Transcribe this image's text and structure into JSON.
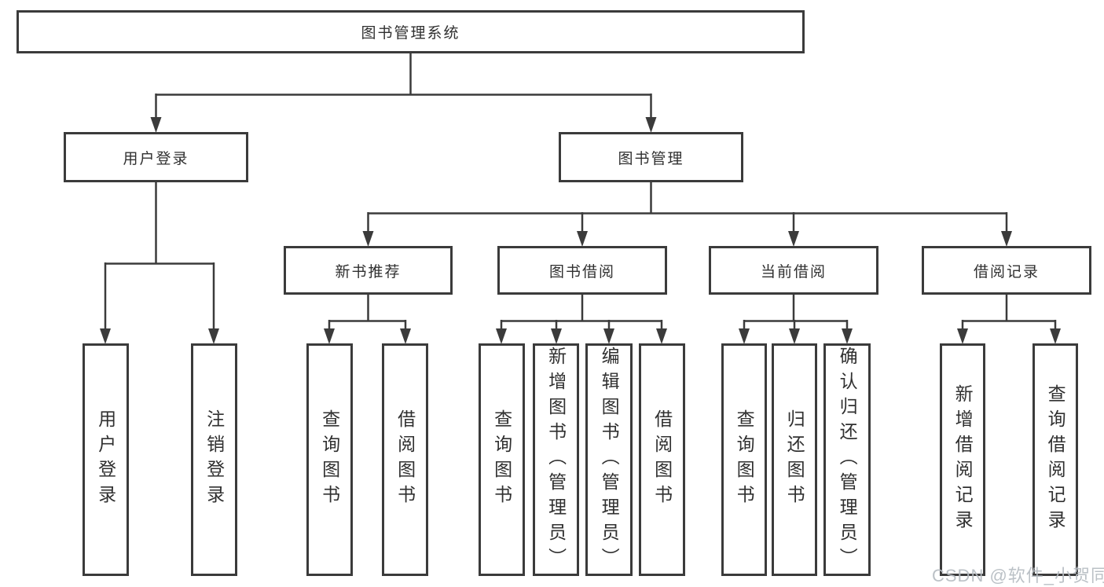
{
  "tree": {
    "label": "图书管理系统",
    "children": [
      {
        "label": "用户登录",
        "children": [
          {
            "label": "用户登录"
          },
          {
            "label": "注销登录"
          }
        ]
      },
      {
        "label": "图书管理",
        "children": [
          {
            "label": "新书推荐",
            "children": [
              {
                "label": "查询图书"
              },
              {
                "label": "借阅图书"
              }
            ]
          },
          {
            "label": "图书借阅",
            "children": [
              {
                "label": "查询图书"
              },
              {
                "label": "新增图书（管理员）"
              },
              {
                "label": "编辑图书（管理员）"
              },
              {
                "label": "借阅图书"
              }
            ]
          },
          {
            "label": "当前借阅",
            "children": [
              {
                "label": "查询图书"
              },
              {
                "label": "归还图书"
              },
              {
                "label": "确认归还（管理员）"
              }
            ]
          },
          {
            "label": "借阅记录",
            "children": [
              {
                "label": "新增借阅记录"
              },
              {
                "label": "查询借阅记录"
              }
            ]
          }
        ]
      }
    ]
  },
  "watermark": {
    "text": "CSDN @软件_小贺同学"
  },
  "colors": {
    "line": "#3b3b3b",
    "box_border": "#3b3b3b",
    "text": "#303030",
    "watermark": "#b6bcc2",
    "background": "#ffffff"
  }
}
